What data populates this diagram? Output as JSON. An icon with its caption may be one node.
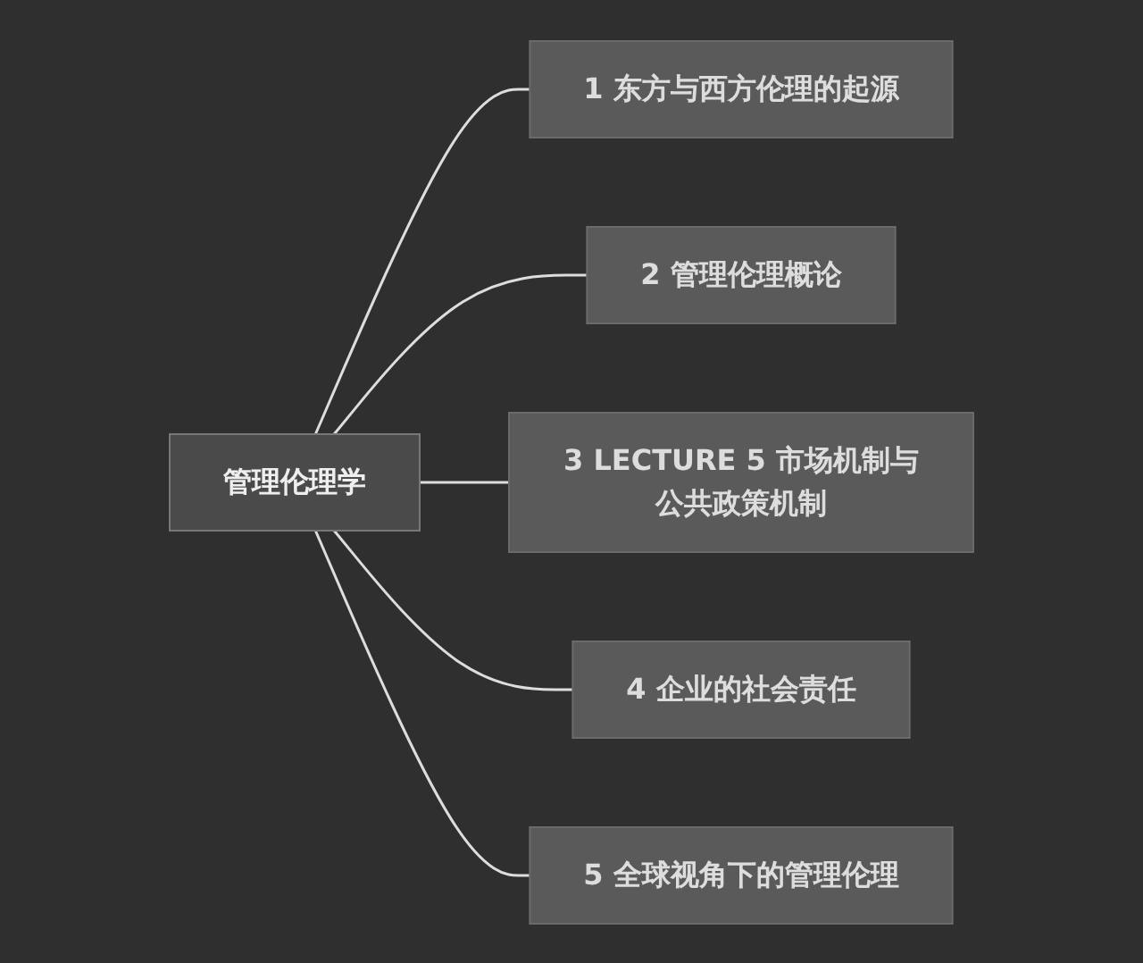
{
  "diagram": {
    "nodes": [
      {
        "text": [
          "管理伦理学"
        ]
      },
      {
        "text": [
          "1 东方与西方伦理的起源"
        ]
      },
      {
        "text": [
          "2 管理伦理概论"
        ]
      },
      {
        "text": [
          "3 LECTURE 5 市场机制与公共政策机制"
        ]
      },
      {
        "text": [
          "4 企业的社会责任"
        ]
      },
      {
        "text": [
          "5 全球视角下的管理伦理"
        ]
      }
    ],
    "edges": [
      {
        "from": 0,
        "to": 1,
        "arrow": "none"
      },
      {
        "from": 0,
        "to": 2,
        "arrow": "none"
      },
      {
        "from": 0,
        "to": 3,
        "arrow": "none"
      },
      {
        "from": 0,
        "to": 4,
        "arrow": "none"
      },
      {
        "from": 0,
        "to": 5,
        "arrow": "none"
      }
    ]
  }
}
